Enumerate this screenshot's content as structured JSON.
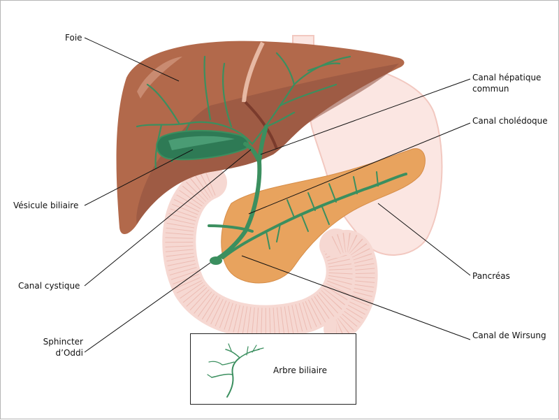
{
  "labels": {
    "foie": "Foie",
    "canal_hepatique_1": "Canal hépatique",
    "canal_hepatique_2": "commun",
    "canal_choledoque": "Canal cholédoque",
    "vesicule": "Vésicule biliaire",
    "canal_cystique": "Canal cystique",
    "pancreas": "Pancréas",
    "sphincter_1": "Sphincter",
    "sphincter_2": "d’Oddi",
    "canal_wirsung": "Canal de Wirsung"
  },
  "legend": {
    "label": "Arbre biliaire"
  },
  "colors": {
    "liver": "#b2694b",
    "liver_dark": "#8e5040",
    "bile": "#3b8f5f",
    "gallbladder": "#2e7a55",
    "pancreas": "#e8a35e",
    "intestine": "#f6d8d2",
    "stomach": "#fbe6e2"
  }
}
